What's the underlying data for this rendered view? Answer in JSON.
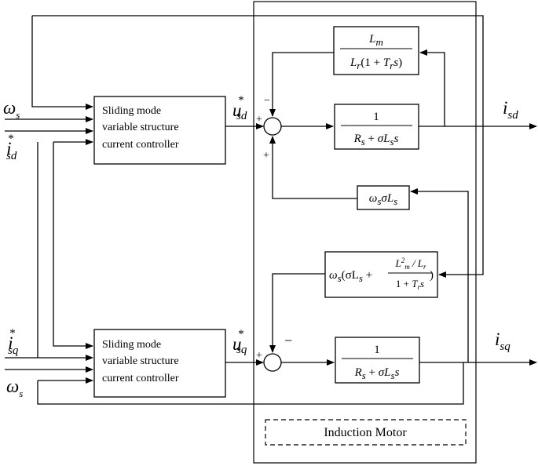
{
  "controller_top": {
    "line1": "Sliding mode",
    "line2": "variable structure",
    "line3": "current controller"
  },
  "controller_bottom": {
    "line1": "Sliding mode",
    "line2": "variable structure",
    "line3": "current controller"
  },
  "motor_label": "Induction Motor",
  "inputs": {
    "omega_top": {
      "sym": "ω",
      "sub": "s"
    },
    "isd_ref": {
      "sym": "i",
      "sup": "*",
      "sub": "sd"
    },
    "isq_ref": {
      "sym": "i",
      "sup": "*",
      "sub": "sq"
    },
    "omega_bottom": {
      "sym": "ω",
      "sub": "s"
    }
  },
  "voltages": {
    "usd": {
      "sym": "u",
      "sup": "*",
      "sub": "sd"
    },
    "usq": {
      "sym": "u",
      "sup": "*",
      "sub": "sq"
    }
  },
  "outputs": {
    "isd": {
      "sym": "i",
      "sub": "sd"
    },
    "isq": {
      "sym": "i",
      "sub": "sq"
    }
  },
  "signs": {
    "sd_left": "+",
    "sd_top": "−",
    "sd_bottom": "+",
    "sq_left": "+",
    "sq_right": "−"
  },
  "blocks": {
    "lm_block": {
      "num": {
        "sym": "L",
        "sub": "m"
      },
      "den": {
        "a": "L",
        "a_sub": "r",
        "b": "(1 + ",
        "c": "T",
        "c_sub": "r",
        "d": "s",
        "e": ")"
      }
    },
    "plant_sd": {
      "num": "1",
      "den": {
        "a": "R",
        "a_sub": "s",
        "b": " + ",
        "c": "σL",
        "c_sub": "s",
        "d": "s"
      }
    },
    "cross_sd": {
      "a": "ω",
      "a_sub": "s",
      "b": "σL",
      "b_sub": "s"
    },
    "cross_sq": {
      "pre": "ω",
      "pre_sub": "s",
      "open": "(σL",
      "open_sub": "s",
      "plus": " + ",
      "close": ")",
      "frac_num": {
        "a": "L",
        "a_sup": "2",
        "a_sub": "m",
        "b": " / L",
        "b_sub": "r"
      },
      "frac_den": {
        "a": "1 + ",
        "b": "T",
        "b_sub": "r",
        "c": "s"
      }
    },
    "plant_sq": {
      "num": "1",
      "den": {
        "a": "R",
        "a_sub": "s",
        "b": " + ",
        "c": "σL",
        "c_sub": "s",
        "d": "s"
      }
    }
  }
}
